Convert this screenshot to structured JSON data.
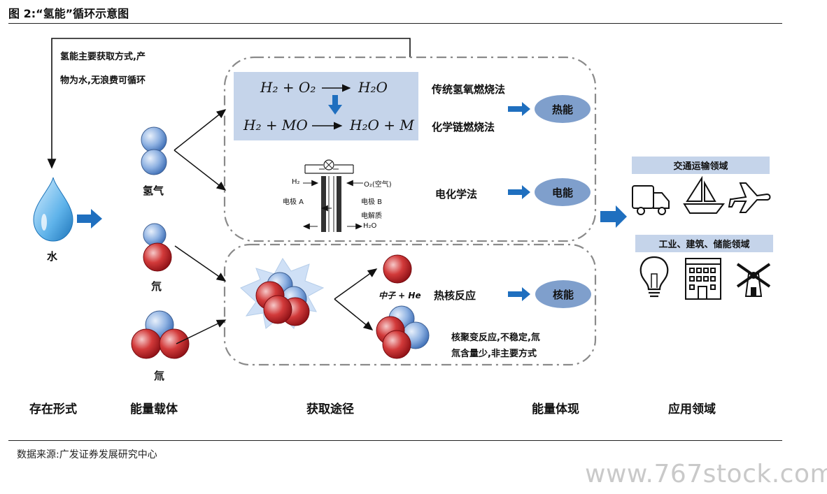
{
  "title": "图 2:“氢能”循环示意图",
  "source": "数据来源:广发证券发展研究中心",
  "watermark": "www.767stock.com",
  "colors": {
    "blue_arrow": "#1f6fbf",
    "ellipse": "#7f9fcc",
    "formula_bg": "#c5d4ea",
    "banner": "#c5d4ea",
    "proton": "#c0272d",
    "neutron": "#6f9bd8"
  },
  "water": {
    "label": "水",
    "icon": "water-drop-icon"
  },
  "cycle_note": {
    "line1": "氢能主要获取方式,产",
    "line2": "物为水,无浪费可循环"
  },
  "carriers": {
    "hydrogen": "氢气",
    "deuterium": "氘",
    "tritium": "氚"
  },
  "formulas": {
    "eq1_left": "H₂ + O₂",
    "eq1_right": "H₂O",
    "eq2_left": "H₂ + MO",
    "eq2_right": "H₂O + M"
  },
  "methods": {
    "traditional": "传统氢氧燃烧法",
    "chemical_chain": "化学链燃烧法",
    "electrochemical": "电化学法",
    "fusion": "热核反应"
  },
  "energy": {
    "heat": "热能",
    "electric": "电能",
    "nuclear": "核能"
  },
  "fuel_cell": {
    "h2": "H₂",
    "o2": "O₂(空气)",
    "electrode_a": "电极 A",
    "electrode_b": "电极 B",
    "electrolyte": "电解质",
    "h2o": "H₂O"
  },
  "fusion_product": "中子 + He",
  "fusion_note": {
    "line1": "核聚变反应,不稳定,氚",
    "line2": "氚含量少,非主要方式"
  },
  "applications": {
    "transport_banner": "交通运输领域",
    "industry_banner": "工业、建筑、储能领域",
    "transport_icons": [
      "truck-icon",
      "sailboat-icon",
      "airplane-icon"
    ],
    "industry_icons": [
      "light-bulb-icon",
      "building-icon",
      "windmill-icon"
    ]
  },
  "columns": [
    "存在形式",
    "能量载体",
    "获取途径",
    "能量体现",
    "应用领域"
  ]
}
